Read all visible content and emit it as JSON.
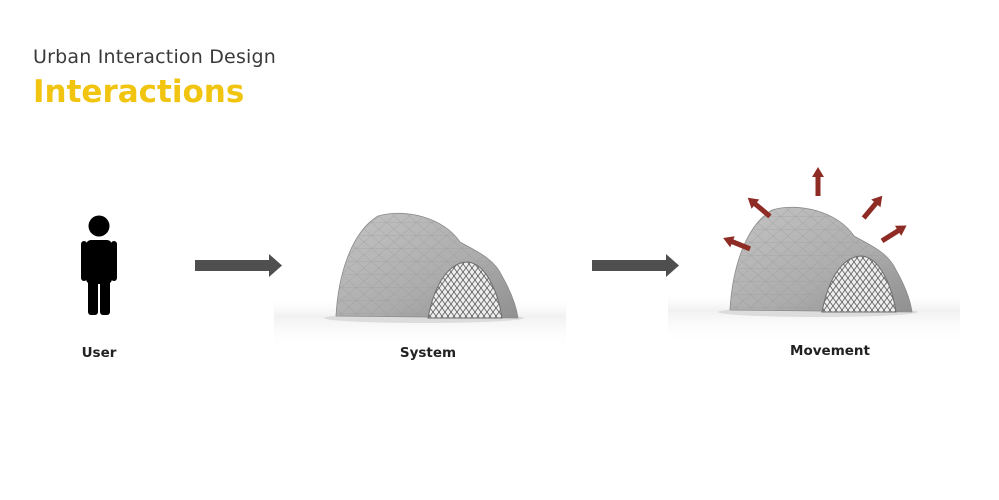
{
  "header": {
    "subtitle": "Urban Interaction Design",
    "title": "Interactions"
  },
  "stages": [
    {
      "id": "user",
      "label": "User",
      "icon": "person-icon"
    },
    {
      "id": "system",
      "label": "System",
      "icon": "pavilion-icon"
    },
    {
      "id": "movement",
      "label": "Movement",
      "icon": "pavilion-icon"
    }
  ],
  "colors": {
    "title": "#f1c40f",
    "subtitle": "#3a3a3a",
    "flow_arrow": "#4f4f4f",
    "movement_arrow": "#8e2b24",
    "person": "#000000",
    "pavilion": "#b7b7b7"
  }
}
